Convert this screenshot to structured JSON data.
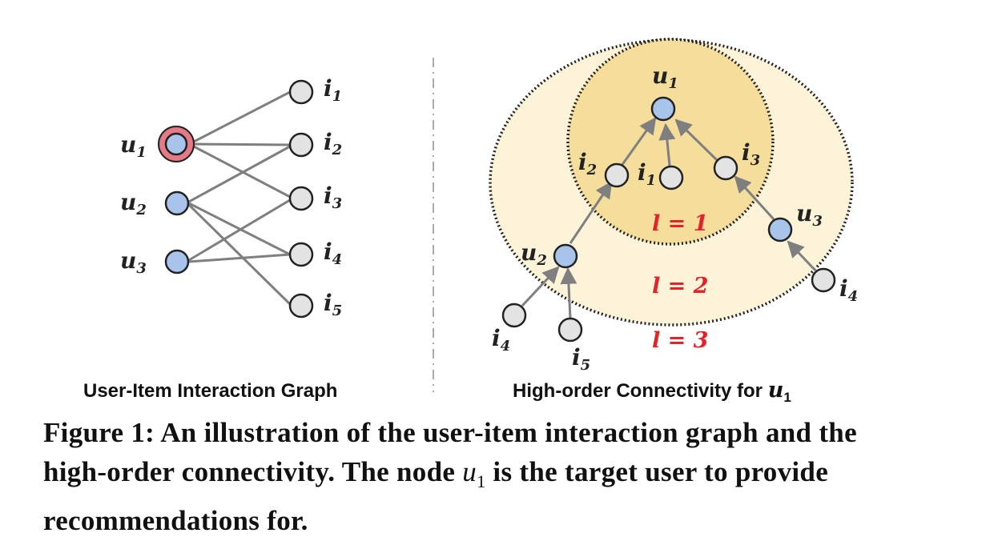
{
  "left_panel": {
    "title": "User-Item Interaction Graph",
    "users": [
      {
        "base": "u",
        "sub": "1"
      },
      {
        "base": "u",
        "sub": "2"
      },
      {
        "base": "u",
        "sub": "3"
      }
    ],
    "items": [
      {
        "base": "i",
        "sub": "1"
      },
      {
        "base": "i",
        "sub": "2"
      },
      {
        "base": "i",
        "sub": "3"
      },
      {
        "base": "i",
        "sub": "4"
      },
      {
        "base": "i",
        "sub": "5"
      }
    ]
  },
  "right_panel": {
    "title_text": "High-order Connectivity for ",
    "title_math": {
      "base": "u",
      "sub": "1"
    },
    "nodes": {
      "u1": {
        "base": "u",
        "sub": "1"
      },
      "i2": {
        "base": "i",
        "sub": "2"
      },
      "i1": {
        "base": "i",
        "sub": "1"
      },
      "i3": {
        "base": "i",
        "sub": "3"
      },
      "u2": {
        "base": "u",
        "sub": "2"
      },
      "u3": {
        "base": "u",
        "sub": "3"
      },
      "i4a": {
        "base": "i",
        "sub": "4"
      },
      "i5": {
        "base": "i",
        "sub": "5"
      },
      "i4b": {
        "base": "i",
        "sub": "4"
      }
    },
    "layers": [
      "l = 1",
      "l = 2",
      "l = 3"
    ]
  },
  "caption": {
    "part1": "Figure 1: An illustration of the user-item interaction graph and the high-order connectivity. The node ",
    "math_base": "u",
    "math_sub": "1",
    "part2": " is the target user to provide recommendations for."
  },
  "colors": {
    "user_node": "#a9c4ea",
    "item_node": "#e3e3e3",
    "target_ring": "#e47a86",
    "edge": "#7f7f7f",
    "layer_inner": "#f5dd9b",
    "layer_outer": "#fdf3d8",
    "layer_label": "#e0242a"
  }
}
